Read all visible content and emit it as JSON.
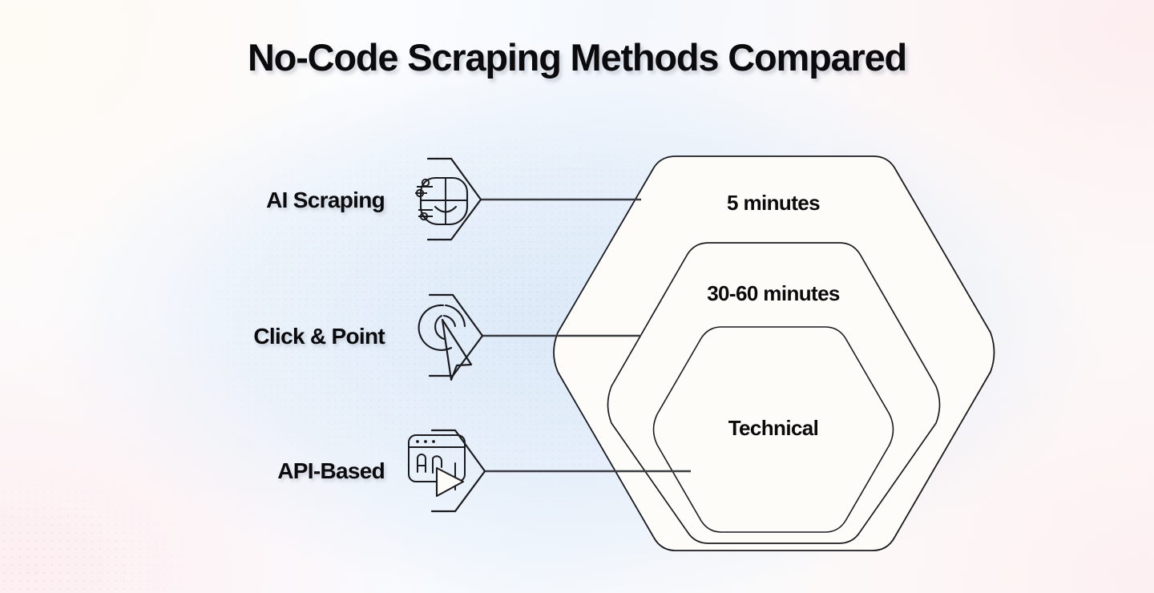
{
  "page": {
    "title": "No-Code Scraping Methods Compared",
    "background_colors": {
      "base": "#fdfbfb",
      "center_blue": "#dce9f8",
      "pink_tint": "#fdeef1",
      "cream_tint": "#fefaf4"
    },
    "stroke_color": "#1b1b1f",
    "hex_fill": "#fdfcf8",
    "text_color": "#0b0b0d"
  },
  "methods": [
    {
      "id": "ai-scraping",
      "label": "AI Scraping",
      "icon": "ai-chip-face-icon",
      "connects_to": "5 minutes"
    },
    {
      "id": "click-point",
      "label": "Click & Point",
      "icon": "cursor-click-icon",
      "connects_to": "30-60 minutes"
    },
    {
      "id": "api-based",
      "label": "API-Based",
      "icon": "browser-api-play-icon",
      "connects_to": "Technical"
    }
  ],
  "chart_data": {
    "type": "diagram",
    "title": "No-Code Scraping Methods Compared",
    "layout": "nested-hexagons-with-labeled-connectors",
    "categories": [
      "AI Scraping",
      "Click & Point",
      "API-Based"
    ],
    "values": [
      "5 minutes",
      "30-60 minutes",
      "Technical"
    ],
    "rings": [
      {
        "ring": "outer",
        "label": "5 minutes",
        "source": "AI Scraping"
      },
      {
        "ring": "middle",
        "label": "30-60 minutes",
        "source": "Click & Point"
      },
      {
        "ring": "inner",
        "label": "Technical",
        "source": "API-Based"
      }
    ],
    "legend": "none",
    "grid": false
  },
  "hexagons": {
    "outer": {
      "label": "5 minutes"
    },
    "middle": {
      "label": "30-60 minutes"
    },
    "inner": {
      "label": "Technical"
    }
  }
}
